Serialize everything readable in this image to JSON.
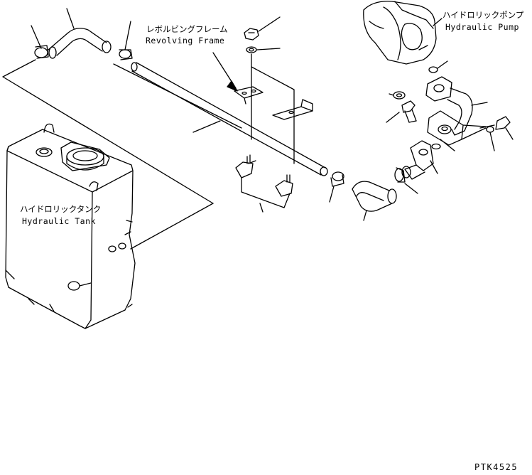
{
  "labels": {
    "revolving_frame_jp": "レボルビングフレーム",
    "revolving_frame_en": "Revolving Frame",
    "hydraulic_pump_jp": "ハイドロリックポンプ",
    "hydraulic_pump_en": "Hydraulic Pump",
    "hydraulic_tank_jp": "ハイドロリックタンク",
    "hydraulic_tank_en": "Hydraulic Tank"
  },
  "drawing_code": "PTK4525",
  "colors": {
    "ink": "#000000",
    "paper": "#ffffff"
  }
}
